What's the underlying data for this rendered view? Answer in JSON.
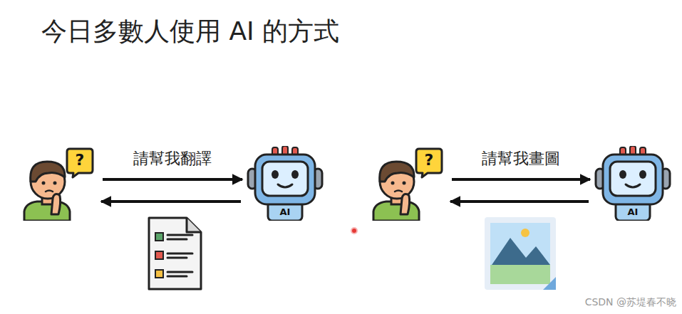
{
  "diagram": {
    "title": "今日多數人使用 AI 的方式",
    "nodes": [
      {
        "text": [
          "?"
        ]
      },
      {
        "text": [
          "AI"
        ]
      },
      {
        "text": [
          "?"
        ]
      },
      {
        "text": [
          "AI"
        ]
      }
    ],
    "edges": [
      {
        "from": 0,
        "to": 1,
        "label": "請幫我翻譯",
        "arrow": "to"
      },
      {
        "from": 1,
        "to": 0,
        "arrow": "to"
      },
      {
        "from": 2,
        "to": 3,
        "label": "請幫我畫圖",
        "arrow": "to"
      },
      {
        "from": 3,
        "to": 2,
        "arrow": "to"
      }
    ],
    "labels": [
      "CSDN @苏堤春不晓"
    ]
  }
}
